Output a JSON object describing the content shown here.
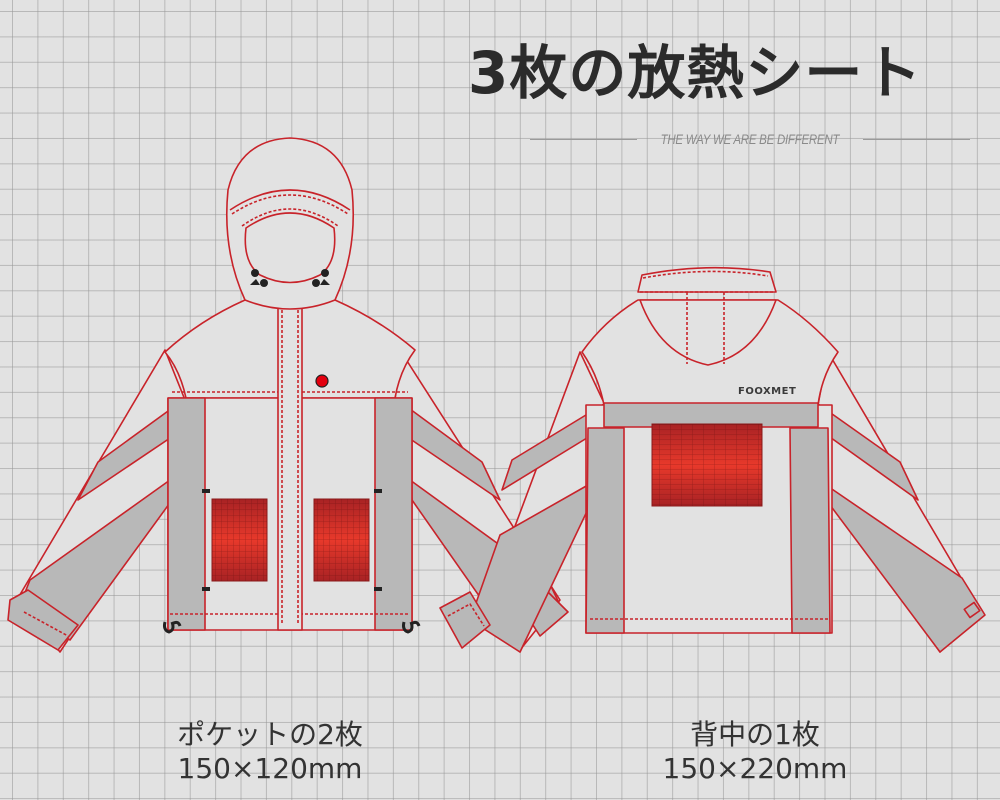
{
  "header": {
    "title": "3枚の放熱シート",
    "subtitle": "THE WAY WE ARE BE DIFFERENT"
  },
  "front_view": {
    "caption_line1": "ポケットの2枚",
    "caption_line2": "150×120mm",
    "heat_pads": 2,
    "pad_size_mm": "150×120"
  },
  "back_view": {
    "brand_label": "FOOXMET",
    "caption_line1": "背中の1枚",
    "caption_line2": "150×220mm",
    "heat_pads": 1,
    "pad_size_mm": "150×220"
  },
  "colors": {
    "background": "#e2e2e2",
    "outline": "#c8232a",
    "panel_gray": "#b8b8b8",
    "pad_dark": "#a82224",
    "pad_light": "#e8392b",
    "button": "#e3000f",
    "text": "#2b2b2b"
  }
}
